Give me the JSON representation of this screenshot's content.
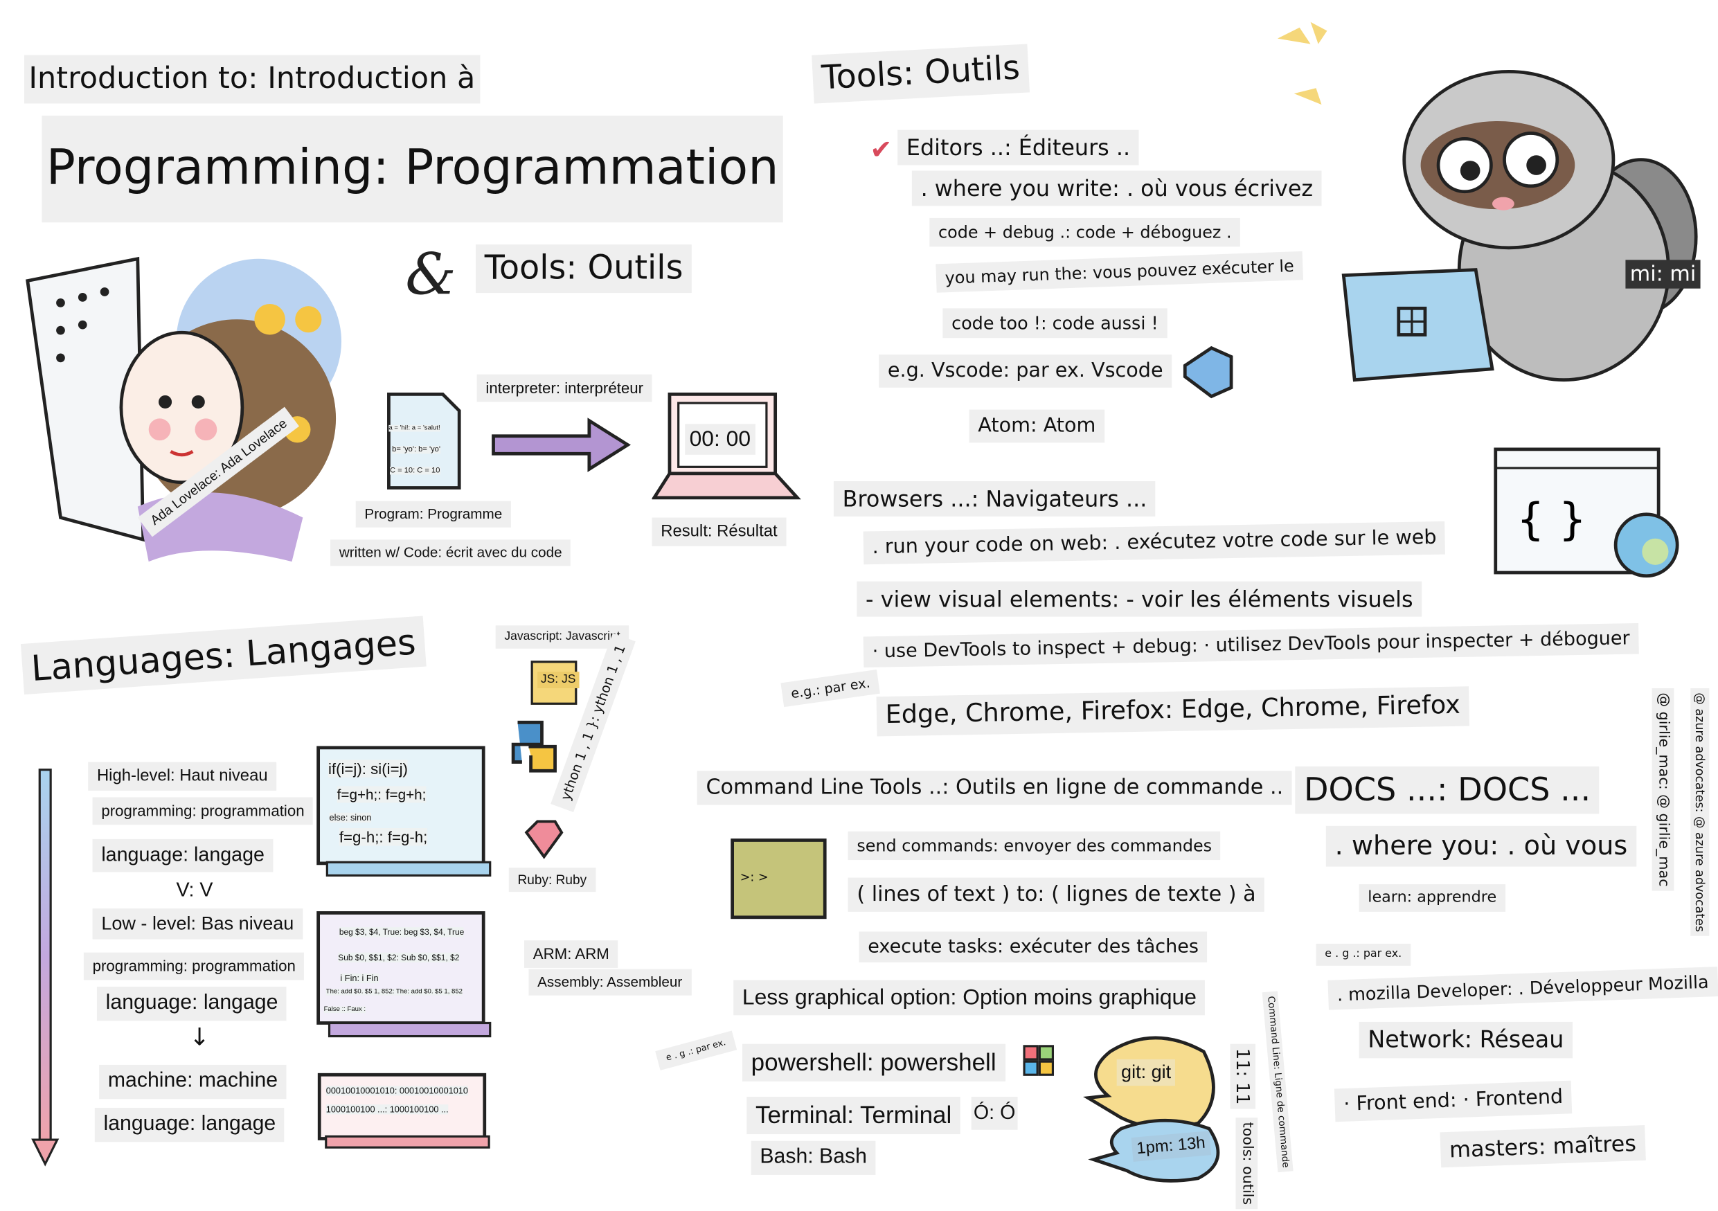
{
  "title": {
    "line1": "Introduction to: Introduction à",
    "line2": "Programming: Programmation",
    "tools": "Tools: Outils"
  },
  "program_flow": {
    "code_lines": [
      "a = 'hi!: a = 'salut!",
      "b= 'yo': b= 'yo'",
      "C = 10: C = 10"
    ],
    "program": "Program: Programme",
    "written": "written w/ Code: écrit avec du code",
    "interpreter": "interpreter: interpréteur",
    "screen_time": "00: 00",
    "result": "Result: Résultat",
    "ada": "Ada Lovelace: Ada Lovelace"
  },
  "languages": {
    "heading": "Languages: Langages",
    "javascript": "Javascript: Javascript",
    "js_badge": "JS: JS",
    "python": "ython 1 , 1 }: ython 1 , 1",
    "ruby": "Ruby: Ruby",
    "arm": "ARM: ARM",
    "assembly": "Assembly: Assembleur",
    "levels": [
      "High-level: Haut niveau",
      "programming: programmation",
      "language: langage",
      "V: V",
      "Low - level: Bas niveau",
      "programming: programmation",
      "language: langage",
      "machine: machine",
      "language: langage"
    ],
    "high_code": [
      "if(i=j): si(i=j)",
      "f=g+h;: f=g+h;",
      "else: sinon",
      "f=g-h;: f=g-h;"
    ],
    "asm_code": [
      "beg $3, $4, True: beg $3, $4, True",
      "Sub $0, $$1, $2: Sub $0, $$1, $2",
      "i Fin: i Fin",
      "The: add $0. $5 1, 852: The: add $0. $5 1, 852",
      "False :: Faux :"
    ],
    "machine_code": [
      "00010010001010: 00010010001010",
      "1000100100 ...: 1000100100 ..."
    ]
  },
  "tools": {
    "heading": "Tools: Outils",
    "editors": {
      "title": "Editors ..: Éditeurs ..",
      "lines": [
        ". where you write: . où vous écrivez",
        "code + debug .: code + déboguez .",
        "you may run the: vous pouvez exécuter le",
        "code too !: code aussi !"
      ],
      "example": "e.g. Vscode: par ex. Vscode",
      "atom": "Atom: Atom"
    },
    "browsers": {
      "title": "Browsers ...: Navigateurs ...",
      "lines": [
        ". run your code on web: . exécutez votre code sur le web",
        "- view visual elements: - voir les éléments visuels",
        "· use DevTools to inspect + debug: · utilisez DevTools pour inspecter + déboguer"
      ],
      "eg": "e.g.: par ex.",
      "examples": "Edge, Chrome, Firefox: Edge, Chrome, Firefox"
    },
    "cli": {
      "title": "Command Line Tools ..: Outils en ligne de commande ..",
      "lines": [
        "send commands: envoyer des commandes",
        "( lines of text ) to: ( lignes de texte ) à",
        "execute tasks: exécuter des tâches"
      ],
      "less_graphical": "Less graphical option: Option moins graphique",
      "eg": "e . g .: par ex.",
      "powershell": "powershell: powershell",
      "terminal": "Terminal: Terminal",
      "terminal_icon": "Ó: Ó",
      "bash": "Bash: Bash",
      "git": "git: git",
      "time_pm": "1pm: 13h",
      "time_11": "11: 11",
      "tools_outils": "tools: outils",
      "command_line": "Command Line: Ligne de commande",
      "prompt": ">: >"
    },
    "docs": {
      "title": "DOCS ...: DOCS ...",
      "where": ". where you: . où vous",
      "learn": "learn: apprendre",
      "eg": "e . g .: par ex.",
      "mozilla": ". mozilla Developer: . Développeur Mozilla",
      "network": "Network: Réseau",
      "frontend": "· Front end: · Frontend",
      "masters": "masters: maîtres"
    },
    "mascot_label": "mi: mi"
  },
  "credits": {
    "girlie": "@ girlie_mac: @ girlie_mac",
    "azure": "@ azure advocates: @ azure advocates"
  },
  "colors": {
    "label_bg": "#efefef",
    "blue": "#a9d4ee",
    "purple": "#b9a3d6",
    "pink": "#f0a3ab",
    "yellow": "#f5d77a",
    "green": "#c7e3a5"
  }
}
